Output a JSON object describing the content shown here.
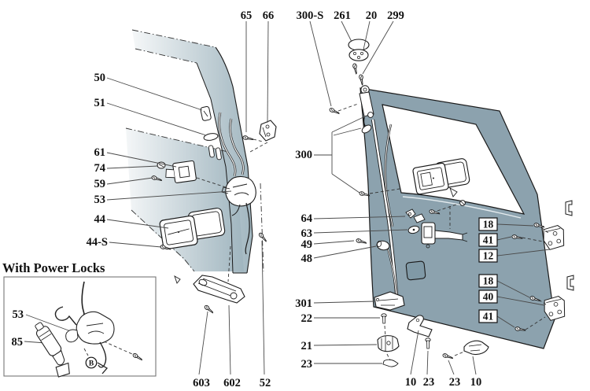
{
  "colors": {
    "background": "#ffffff",
    "door_fill": "#8ca2ae",
    "door_fill_dark": "#8099a6",
    "frame_gradient_start": "#ffffff",
    "frame_gradient_end": "#9db3bd",
    "outline": "#1a1a1a",
    "leader_line": "#4a4a4a",
    "label_text": "#111111",
    "box_border": "#111111"
  },
  "inset": {
    "title": "With Power Locks"
  },
  "callouts": {
    "c65": "65",
    "c66": "66",
    "c300s": "300-S",
    "c261": "261",
    "c20": "20",
    "c299": "299",
    "c50": "50",
    "c51": "51",
    "c61": "61",
    "c74": "74",
    "c59": "59",
    "c53": "53",
    "c44": "44",
    "c44s": "44-S",
    "c300": "300",
    "c64": "64",
    "c63": "63",
    "c49": "49",
    "c48": "48",
    "c301": "301",
    "c22": "22",
    "c21": "21",
    "c23": "23",
    "c603": "603",
    "c602": "602",
    "c52": "52",
    "c10a": "10",
    "c23b": "23",
    "c23c": "23",
    "c10b": "10",
    "b18a": "18",
    "b41a": "41",
    "b12": "12",
    "b18b": "18",
    "b40": "40",
    "b41b": "41",
    "p53": "53",
    "p85": "85",
    "pB": "B"
  }
}
